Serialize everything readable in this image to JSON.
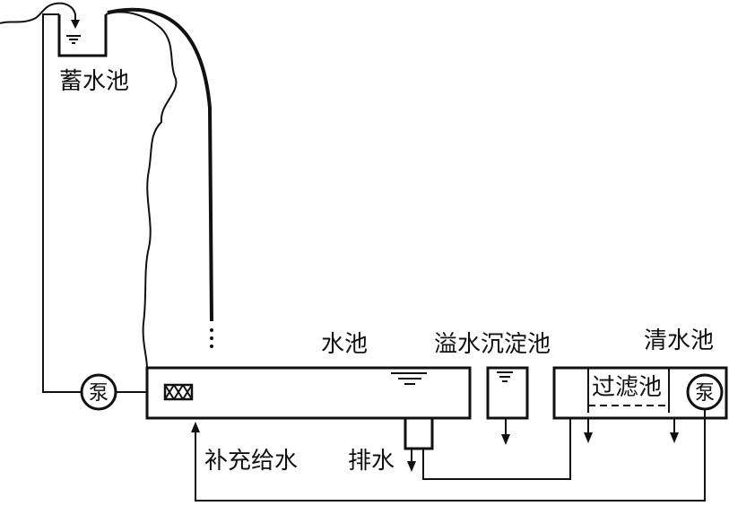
{
  "labels": {
    "storage_tank": "蓄水池",
    "pool": "水池",
    "overflow_settling_tank": "溢水沉淀池",
    "clear_water_tank": "清水池",
    "filter_tank": "过滤池",
    "pump_left": "泵",
    "pump_right": "泵",
    "drain": "排水",
    "makeup_water": "补充给水"
  }
}
